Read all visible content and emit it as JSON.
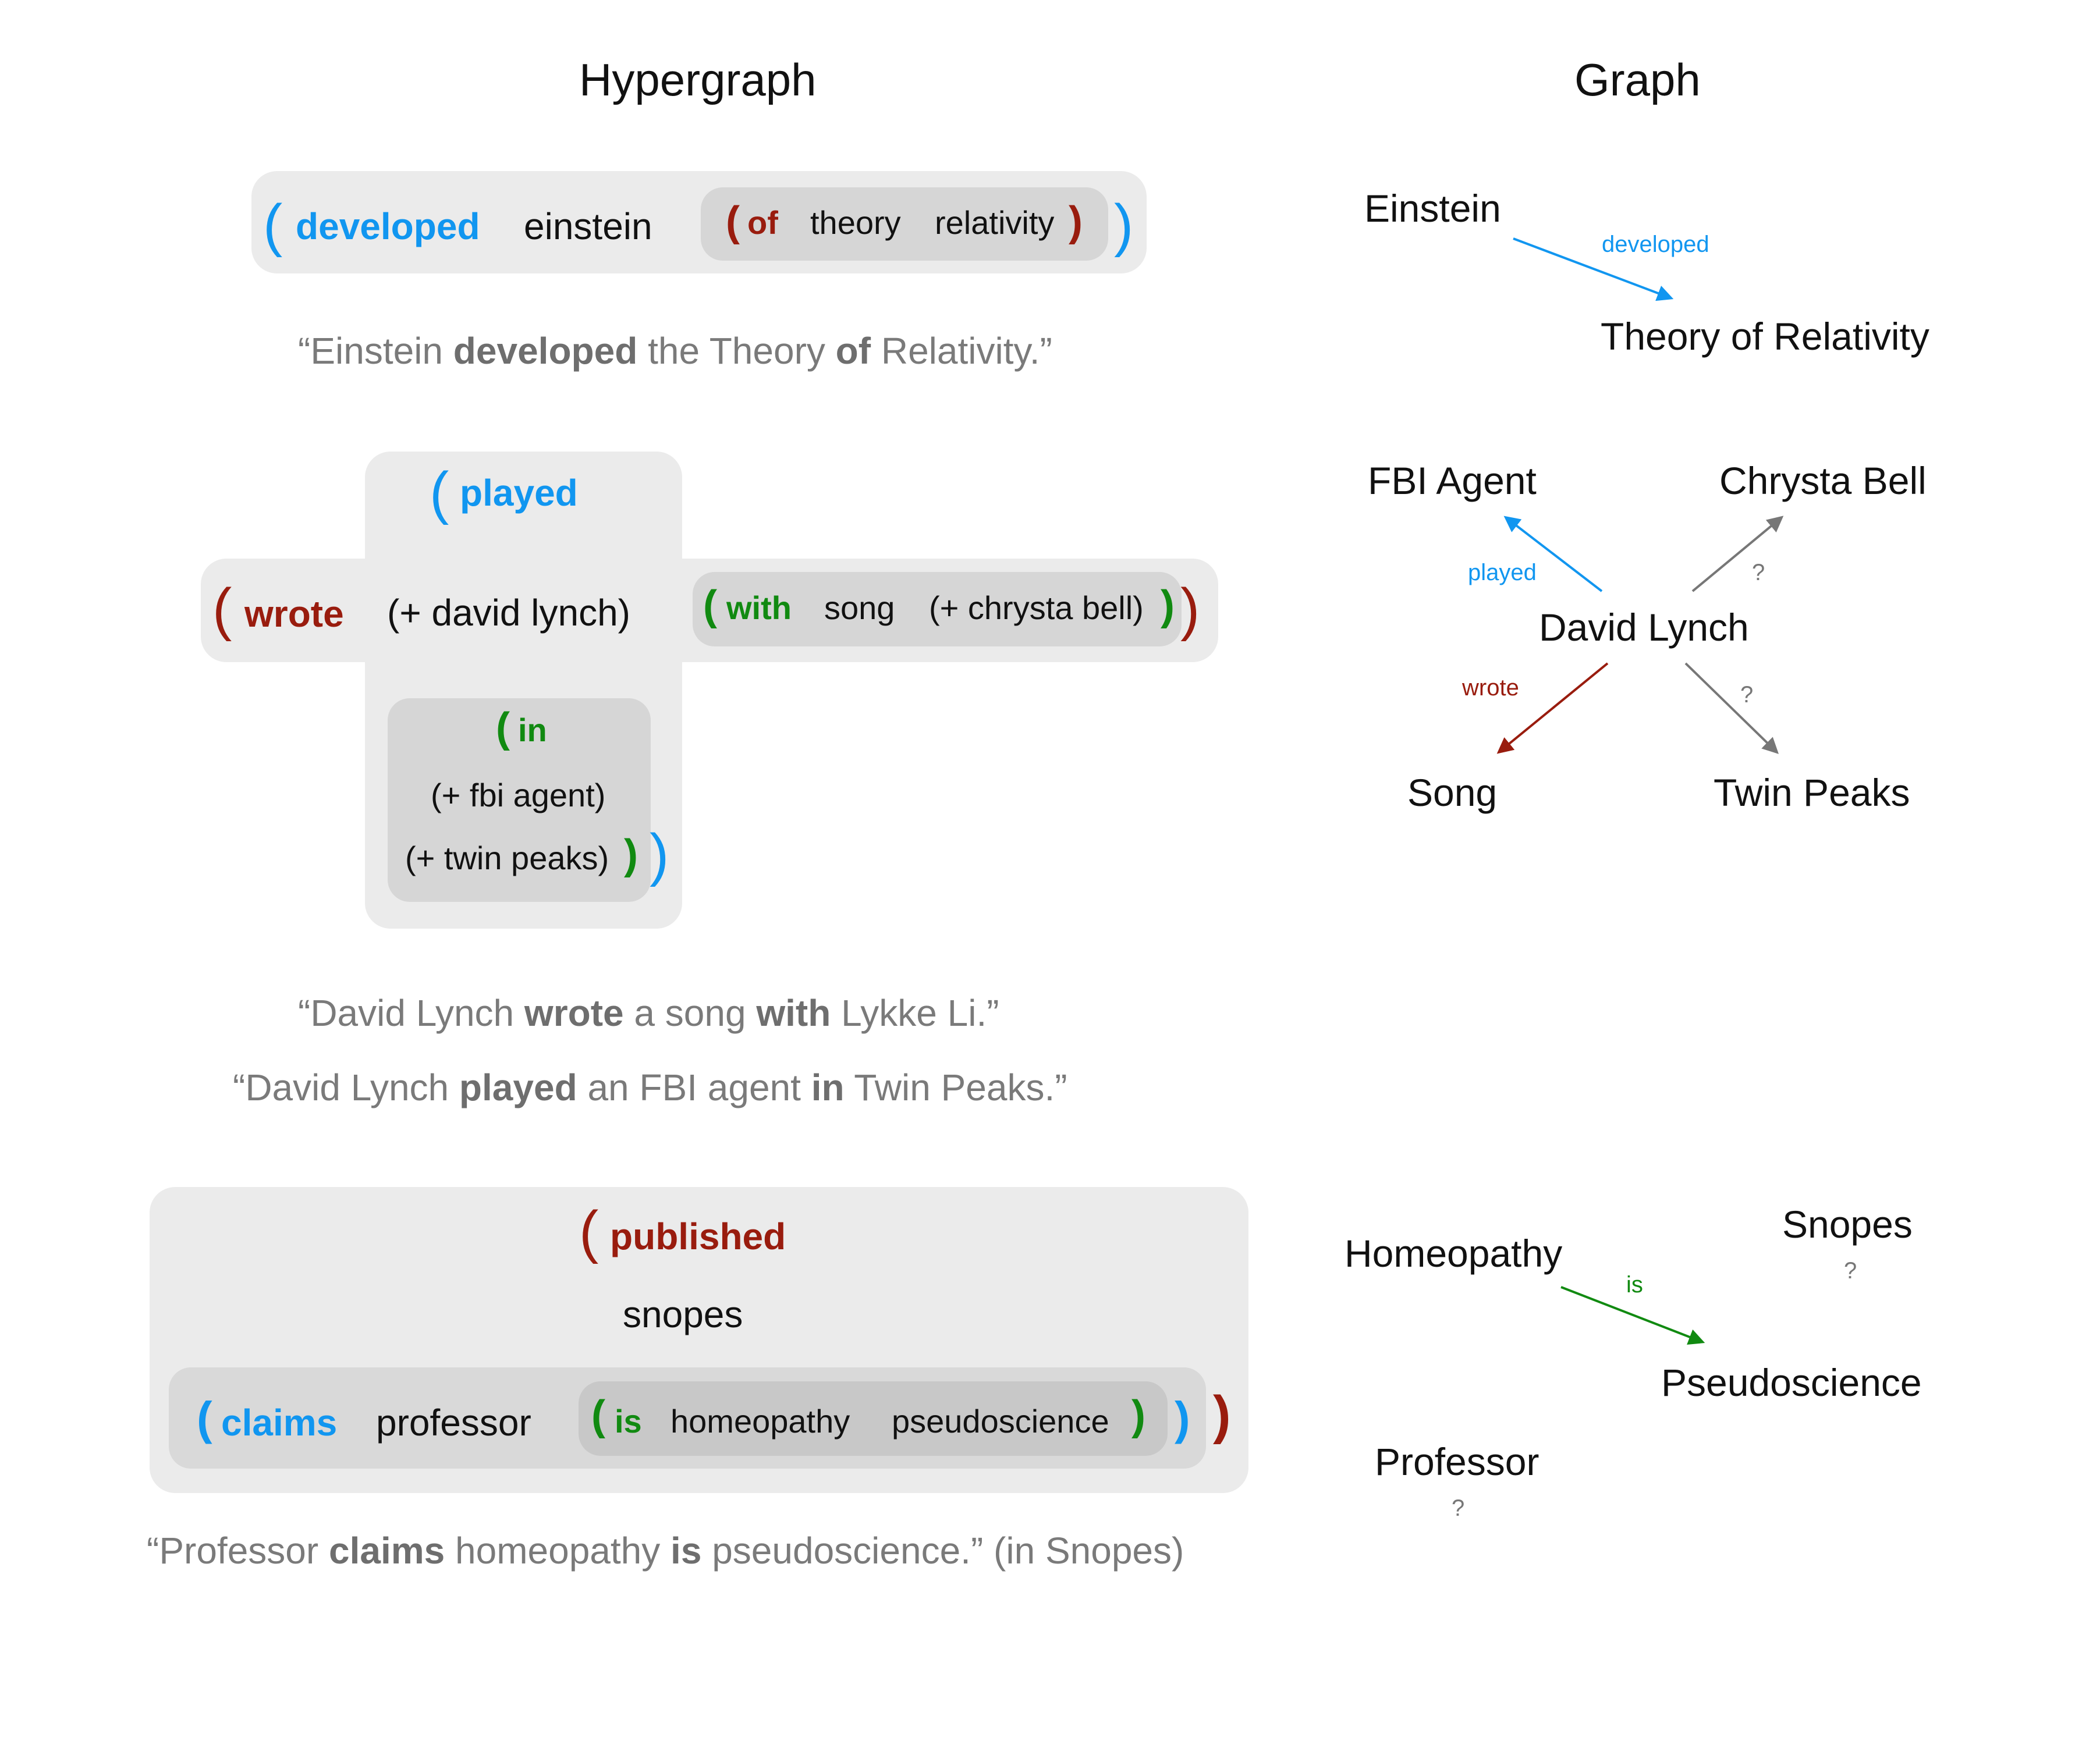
{
  "headers": {
    "hypergraph": "Hypergraph",
    "graph": "Graph"
  },
  "colors": {
    "blue": "#1196f0",
    "red": "#991c0e",
    "green": "#118a11",
    "gray": "#777777"
  },
  "example1": {
    "open": "(",
    "pred": "developed",
    "arg1": "einstein",
    "inner": {
      "open": "(",
      "pred": "of",
      "arg1": "theory",
      "arg2": "relativity",
      "close": ")"
    },
    "close": ")",
    "quote": {
      "q1": "“Einstein ",
      "b1": "developed",
      "q2": " the Theory ",
      "b2": "of",
      "q3": " Relativity.”"
    }
  },
  "example2": {
    "played_open": "(",
    "played": "played",
    "wrote_open": "(",
    "wrote": "wrote",
    "subject": "(+ david lynch)",
    "with": {
      "open": "(",
      "pred": "with",
      "arg1": "song",
      "arg2": "(+ chrysta bell)",
      "close": ")"
    },
    "wrote_close": ")",
    "in": {
      "open": "(",
      "pred": "in",
      "arg1": "(+ fbi agent)",
      "arg2": "(+ twin peaks)",
      "close": ")"
    },
    "played_close": ")",
    "quote1": {
      "q1": "“David Lynch ",
      "b1": "wrote",
      "q2": " a song ",
      "b2": "with",
      "q3": " Lykke Li.”"
    },
    "quote2": {
      "q1": "“David Lynch ",
      "b1": "played",
      "q2": " an FBI agent ",
      "b2": "in",
      "q3": " Twin Peaks.”"
    }
  },
  "example3": {
    "open": "(",
    "pred": "published",
    "arg1": "snopes",
    "claims": {
      "open": "(",
      "pred": "claims",
      "arg1": "professor",
      "close": ")"
    },
    "is": {
      "open": "(",
      "pred": "is",
      "arg1": "homeopathy",
      "arg2": "pseudoscience",
      "close": ")"
    },
    "close": ")",
    "quote": {
      "q1": "“Professor ",
      "b1": "claims",
      "q2": " homeopathy ",
      "b2": "is",
      "q3": " pseudoscience.” (in Snopes)"
    }
  },
  "graph1": {
    "nodes": {
      "einstein": "Einstein",
      "theory": "Theory of Relativity"
    },
    "edge": "developed"
  },
  "graph2": {
    "nodes": {
      "fbi": "FBI Agent",
      "chrysta": "Chrysta Bell",
      "lynch": "David Lynch",
      "song": "Song",
      "twin": "Twin Peaks"
    },
    "edges": {
      "played": "played",
      "wrote": "wrote",
      "q1": "?",
      "q2": "?"
    }
  },
  "graph3": {
    "nodes": {
      "homeopathy": "Homeopathy",
      "snopes": "Snopes",
      "pseudo": "Pseudoscience",
      "professor": "Professor"
    },
    "edges": {
      "is": "is",
      "snopes_q": "?",
      "professor_q": "?"
    }
  }
}
